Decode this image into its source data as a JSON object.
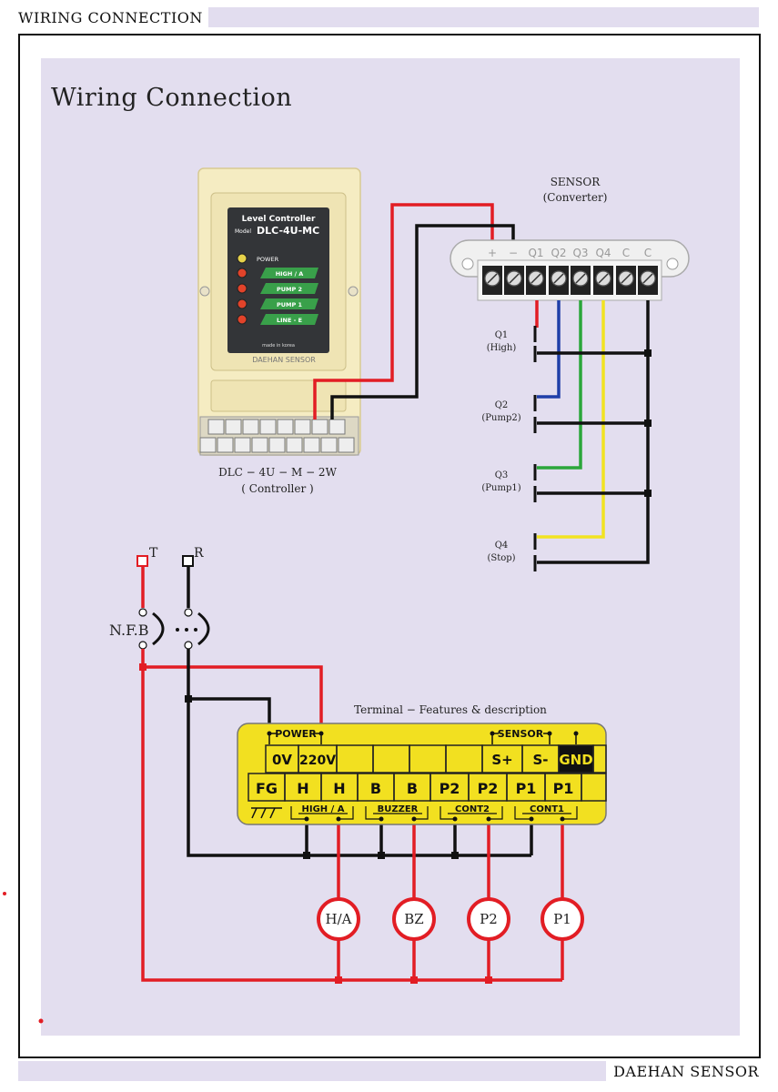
{
  "header": {
    "title": "WIRING CONNECTION"
  },
  "main_title": "Wiring Connection",
  "footer": {
    "brand": "DAEHAN SENSOR"
  },
  "controller": {
    "panel_title": "Level Controller",
    "model_prefix": "Model",
    "model": "DLC-4U-MC",
    "indicators": [
      "POWER",
      "HIGH / A",
      "PUMP 2",
      "PUMP 1",
      "LINE - E"
    ],
    "made_in": "made in korea",
    "brand": "DAEHAN SENSOR",
    "caption_1": "DLC − 4U − M − 2W",
    "caption_2": "( Controller )"
  },
  "sensor": {
    "title": "SENSOR",
    "subtitle": "(Converter)",
    "terminals": [
      "+",
      "−",
      "Q1",
      "Q2",
      "Q3",
      "Q4",
      "C",
      "C"
    ],
    "contacts": [
      {
        "name": "Q1",
        "desc": "(High)"
      },
      {
        "name": "Q2",
        "desc": "(Pump2)"
      },
      {
        "name": "Q3",
        "desc": "(Pump1)"
      },
      {
        "name": "Q4",
        "desc": "(Stop)"
      }
    ]
  },
  "power": {
    "phase_t": "T",
    "phase_r": "R",
    "breaker": "N.F.B"
  },
  "terminal": {
    "caption": "Terminal −  Features & description",
    "power_label": "POWER",
    "sensor_label": "SENSOR",
    "top_row": [
      "0V",
      "220V",
      "",
      "",
      "",
      "",
      "S+",
      "S-",
      "GND",
      ""
    ],
    "bottom_row": [
      "FG",
      "H",
      "H",
      "B",
      "B",
      "P2",
      "P2",
      "P1",
      "P1",
      ""
    ],
    "groups": [
      "HIGH / A",
      "BUZZER",
      "CONT2",
      "CONT1"
    ]
  },
  "loads": [
    "H/A",
    "BZ",
    "P2",
    "P1"
  ]
}
